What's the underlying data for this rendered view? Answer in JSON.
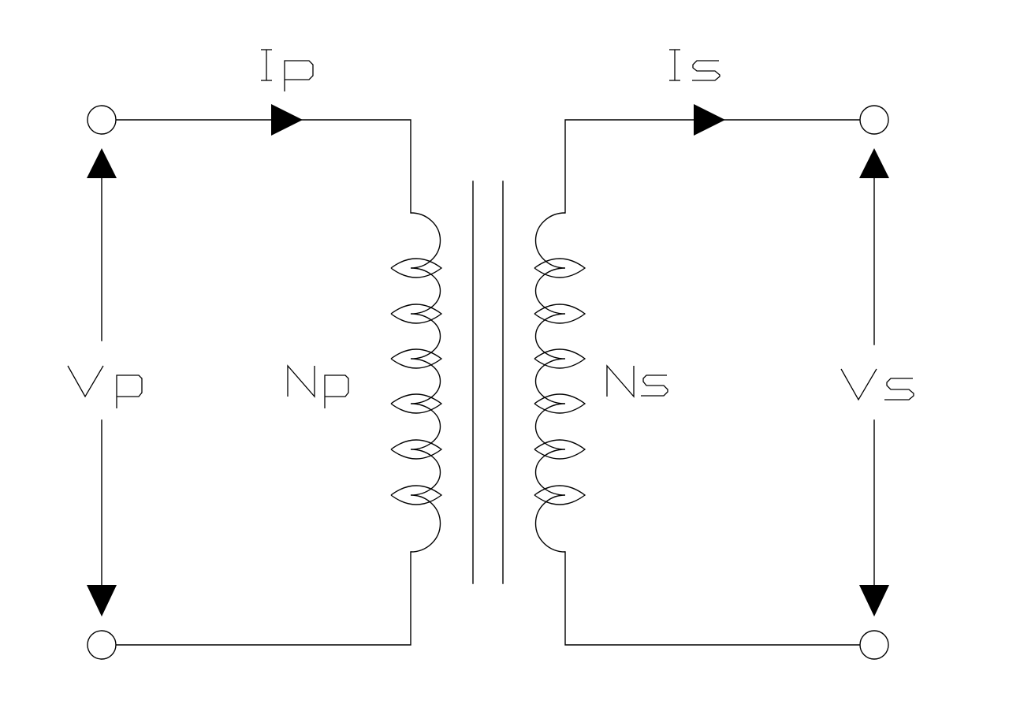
{
  "diagram": {
    "labels": {
      "primary_current": "Ip",
      "secondary_current": "Is",
      "primary_voltage": "Vp",
      "secondary_voltage": "Vs",
      "primary_turns": "Np",
      "secondary_turns": "Ns"
    },
    "colors": {
      "line": "#000000",
      "background": "#ffffff"
    }
  }
}
